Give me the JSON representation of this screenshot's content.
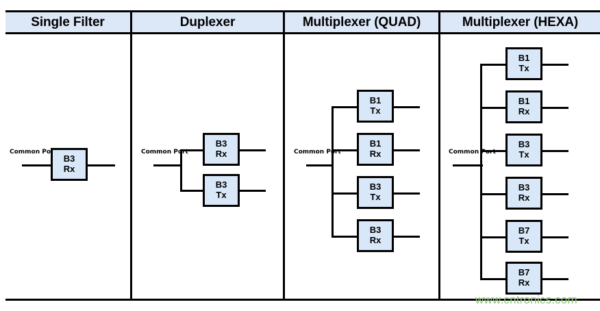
{
  "figure": {
    "watermark": "www.cntronics.com",
    "colors": {
      "box_fill": "#d9e8f8",
      "header_fill": "#dce8f7",
      "line": "#000000",
      "watermark": "#8cc474"
    }
  },
  "columns": [
    {
      "id": "single-filter",
      "header": "Single Filter",
      "port_label_line1": "Common",
      "port_label_line2": "Port",
      "filters": [
        {
          "band": "B3",
          "direction": "Rx"
        }
      ]
    },
    {
      "id": "duplexer",
      "header": "Duplexer",
      "port_label_line1": "Common",
      "port_label_line2": "Port",
      "filters": [
        {
          "band": "B3",
          "direction": "Rx"
        },
        {
          "band": "B3",
          "direction": "Tx"
        }
      ]
    },
    {
      "id": "multiplexer-quad",
      "header": "Multiplexer (QUAD)",
      "port_label_line1": "Common",
      "port_label_line2": "Port",
      "filters": [
        {
          "band": "B1",
          "direction": "Tx"
        },
        {
          "band": "B1",
          "direction": "Rx"
        },
        {
          "band": "B3",
          "direction": "Tx"
        },
        {
          "band": "B3",
          "direction": "Rx"
        }
      ]
    },
    {
      "id": "multiplexer-hexa",
      "header": "Multiplexer (HEXA)",
      "port_label_line1": "Common",
      "port_label_line2": "Port",
      "filters": [
        {
          "band": "B1",
          "direction": "Tx"
        },
        {
          "band": "B1",
          "direction": "Rx"
        },
        {
          "band": "B3",
          "direction": "Tx"
        },
        {
          "band": "B3",
          "direction": "Rx"
        },
        {
          "band": "B7",
          "direction": "Tx"
        },
        {
          "band": "B7",
          "direction": "Rx"
        }
      ]
    }
  ]
}
